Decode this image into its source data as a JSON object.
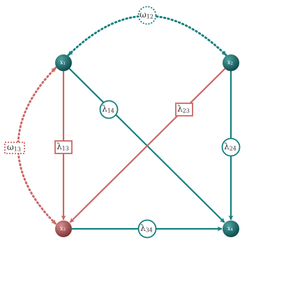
{
  "colors": {
    "teal": "#147f7f",
    "red": "#cc6666",
    "node_teal_light": "#4fa3a3",
    "node_teal_dark": "#0b4747",
    "node_red_light": "#d98f8f",
    "node_red_dark": "#7a3030",
    "text": "#333333",
    "label_fill": "#ffffff"
  },
  "nodes": [
    {
      "id": "x1",
      "base": "x",
      "sub": "1",
      "color": "teal"
    },
    {
      "id": "x2",
      "base": "x",
      "sub": "2",
      "color": "teal"
    },
    {
      "id": "x3",
      "base": "x",
      "sub": "3",
      "color": "red"
    },
    {
      "id": "x4",
      "base": "x",
      "sub": "4",
      "color": "teal"
    }
  ],
  "edges": [
    {
      "id": "lambda14",
      "from": "x1",
      "to": "x4",
      "label_base": "λ",
      "label_sub": "14",
      "color": "teal",
      "style": "solid",
      "shape": "circle"
    },
    {
      "id": "lambda23",
      "from": "x2",
      "to": "x3",
      "label_base": "λ",
      "label_sub": "23",
      "color": "red",
      "style": "solid",
      "shape": "square"
    },
    {
      "id": "lambda13",
      "from": "x1",
      "to": "x3",
      "label_base": "λ",
      "label_sub": "13",
      "color": "red",
      "style": "solid",
      "shape": "square"
    },
    {
      "id": "lambda24",
      "from": "x2",
      "to": "x4",
      "label_base": "λ",
      "label_sub": "24",
      "color": "teal",
      "style": "solid",
      "shape": "circle"
    },
    {
      "id": "lambda34",
      "from": "x3",
      "to": "x4",
      "label_base": "λ",
      "label_sub": "34",
      "color": "teal",
      "style": "solid",
      "shape": "circle"
    },
    {
      "id": "omega12",
      "from": "x1",
      "to": "x2",
      "label_base": "ω",
      "label_sub": "12",
      "color": "teal",
      "style": "dotted",
      "shape": "circle",
      "bidirectional": true
    },
    {
      "id": "omega13",
      "from": "x1",
      "to": "x3",
      "label_base": "ω",
      "label_sub": "13",
      "color": "red",
      "style": "dotted",
      "shape": "square",
      "bidirectional": true
    }
  ]
}
